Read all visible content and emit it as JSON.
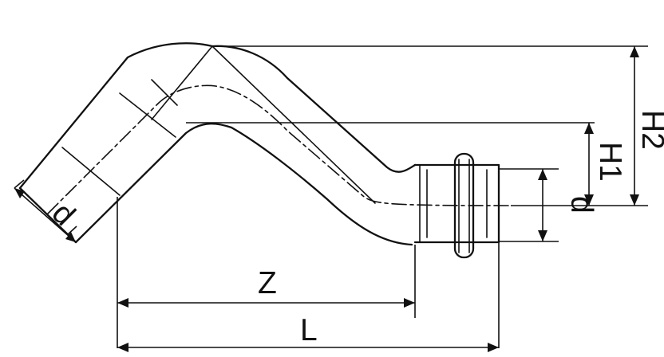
{
  "dimensions": {
    "z_label": "Z",
    "l_label": "L",
    "d_left_label": "d",
    "d_right_label": "d",
    "h1_label": "H1",
    "h2_label": "H2"
  }
}
